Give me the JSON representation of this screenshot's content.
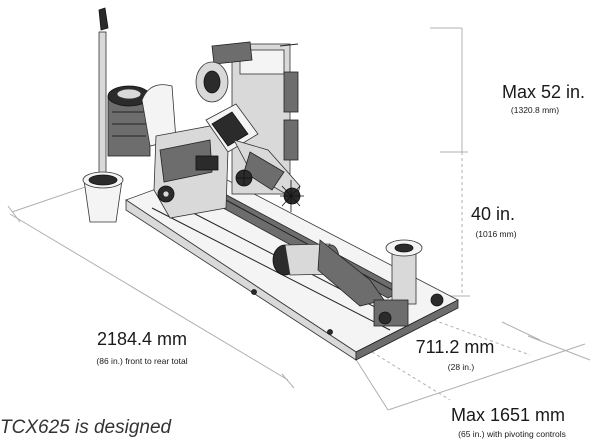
{
  "dimensions": {
    "max_height": {
      "main": "Max 52 in.",
      "sub": "(1320.8 mm)"
    },
    "height": {
      "main": "40 in.",
      "sub": "(1016 mm)"
    },
    "length": {
      "main": "2184.4 mm",
      "sub": "(86 in.) front to rear total"
    },
    "width": {
      "main": "711.2 mm",
      "sub": "(28 in.)"
    },
    "max_width": {
      "main": "Max 1651 mm",
      "sub": "(65 in.) with pivoting controls"
    }
  },
  "caption": "TCX625 is designed"
}
